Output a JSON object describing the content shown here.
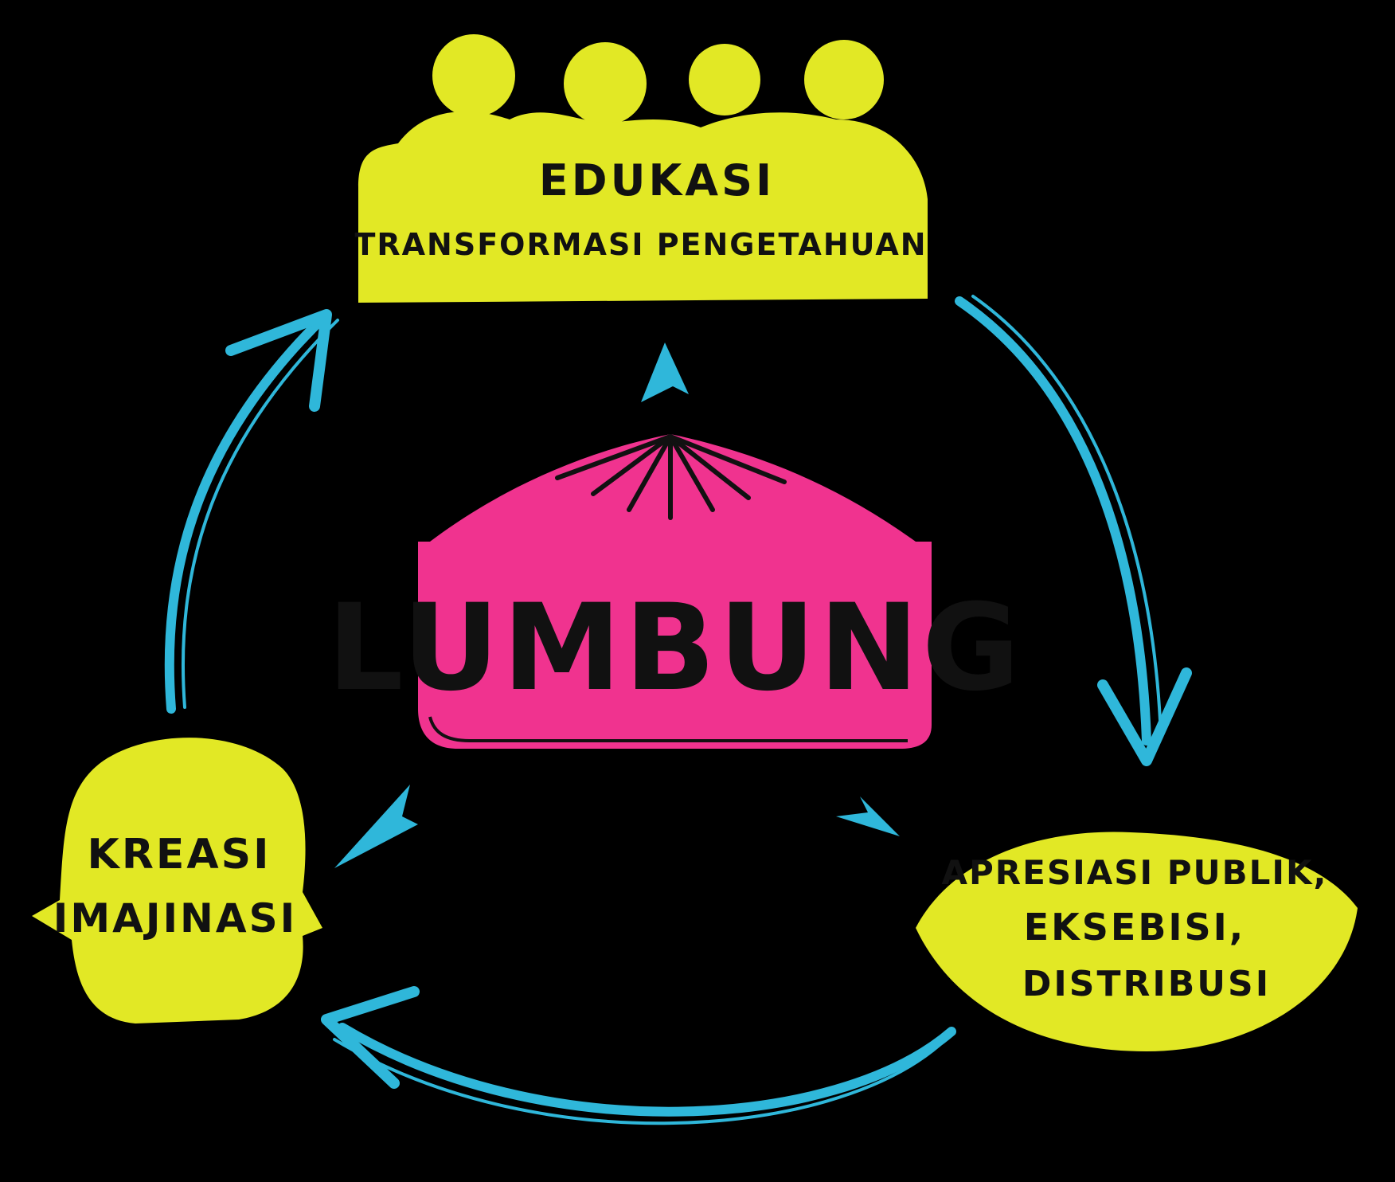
{
  "colors": {
    "background": "#000000",
    "node_fill": "#e2e825",
    "center_fill": "#f0338f",
    "arrow": "#2fb7da",
    "ink": "#111111"
  },
  "center": {
    "label": "LUMBUNG",
    "icon": "barn-icon"
  },
  "nodes": {
    "top": {
      "line1": "EDUKASI",
      "line2": "TRANSFORMASI PENGETAHUAN",
      "icon": "people-group-icon"
    },
    "left": {
      "line1": "KREASI",
      "line2": "IMAJINASI",
      "icon": "head-icon"
    },
    "right": {
      "line1": "APRESIASI PUBLIK,",
      "line2": "EKSEBISI,",
      "line3": "DISTRIBUSI",
      "icon": "eye-shape-icon"
    }
  }
}
